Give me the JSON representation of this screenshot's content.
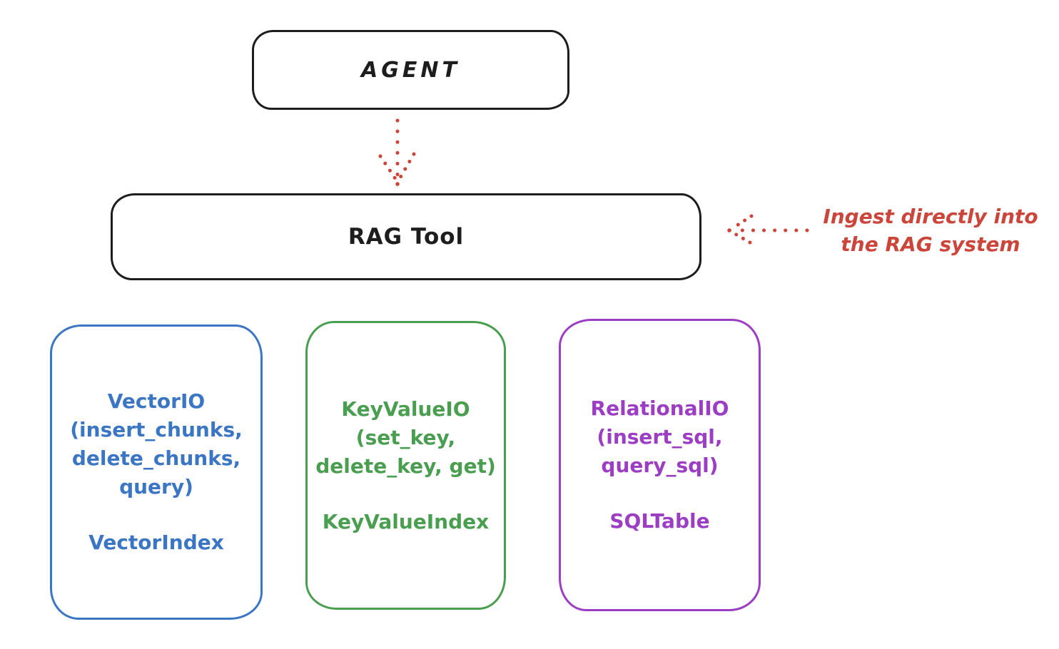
{
  "canvas": {
    "background": "#ffffff"
  },
  "colors": {
    "ink": "#1d1d1d",
    "red": "#cc453a",
    "blue": "#3b76c4",
    "green": "#4a9e50",
    "purple": "#9c3ec4"
  },
  "agent_box": {
    "label": "AGENT"
  },
  "rag_tool_box": {
    "label": "RAG Tool"
  },
  "annotation": {
    "lines": [
      "Ingest directly into",
      "the RAG system"
    ]
  },
  "arrows": [
    {
      "name": "agent-to-rag-tool",
      "style": "dotted",
      "direction": "down"
    },
    {
      "name": "annotation-to-rag-tool",
      "style": "dotted",
      "direction": "left"
    }
  ],
  "io_boxes": [
    {
      "title": "VectorIO",
      "lines": [
        "VectorIO",
        "(insert_chunks,",
        "delete_chunks,",
        "query)"
      ],
      "index_label": "VectorIndex",
      "color": "#3b76c4"
    },
    {
      "title": "KeyValueIO",
      "lines": [
        "KeyValueIO",
        "(set_key,",
        "delete_key, get)"
      ],
      "index_label": "KeyValueIndex",
      "color": "#4a9e50"
    },
    {
      "title": "RelationalIO",
      "lines": [
        "RelationalIO",
        "(insert_sql,",
        "query_sql)"
      ],
      "index_label": "SQLTable",
      "color": "#9c3ec4"
    }
  ]
}
